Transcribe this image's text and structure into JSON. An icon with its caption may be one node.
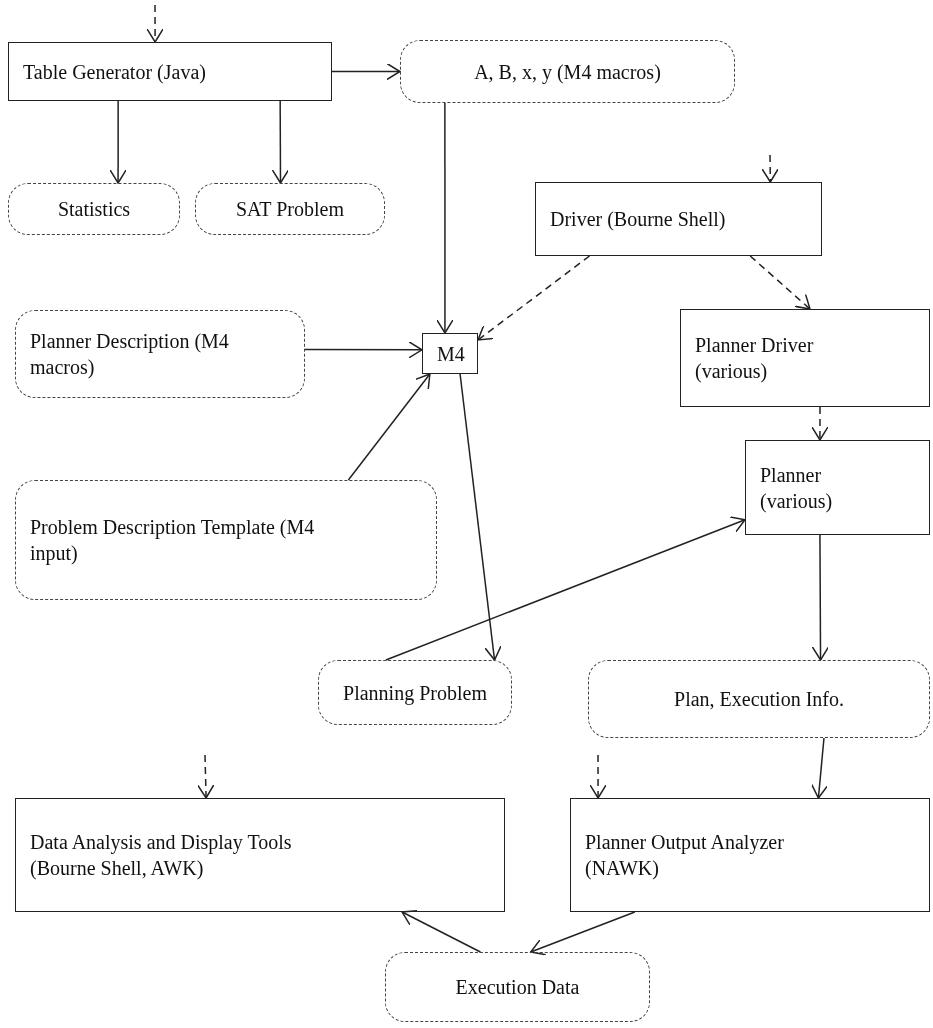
{
  "diagram": {
    "nodes": [
      {
        "text": [
          "Table Generator (Java)"
        ]
      },
      {
        "text": [
          "A, B, x, y (M4 macros)"
        ]
      },
      {
        "text": [
          "Statistics"
        ]
      },
      {
        "text": [
          "SAT Problem"
        ]
      },
      {
        "text": [
          "Driver (Bourne Shell)"
        ]
      },
      {
        "text": [
          "Planner Description (M4 macros)"
        ]
      },
      {
        "text": [
          "M4"
        ]
      },
      {
        "text": [
          "Planner Driver (various)"
        ]
      },
      {
        "text": [
          "Problem Description Template (M4 input)"
        ]
      },
      {
        "text": [
          "Planner (various)"
        ]
      },
      {
        "text": [
          "Planning Problem"
        ]
      },
      {
        "text": [
          "Plan, Execution Info."
        ]
      },
      {
        "text": [
          "Data Analysis and Display Tools (Bourne Shell, AWK)"
        ]
      },
      {
        "text": [
          "Planner Output Analyzer (NAWK)"
        ]
      },
      {
        "text": [
          "Execution Data"
        ]
      }
    ],
    "edges": [
      {
        "from": null,
        "to": 0,
        "arrow": "to",
        "style": "dashed"
      },
      {
        "from": 0,
        "to": 1,
        "arrow": "to"
      },
      {
        "from": 0,
        "to": 2,
        "arrow": "to"
      },
      {
        "from": 0,
        "to": 3,
        "arrow": "to"
      },
      {
        "from": 1,
        "to": 6,
        "arrow": "to"
      },
      {
        "from": null,
        "to": 4,
        "arrow": "to",
        "style": "dashed"
      },
      {
        "from": 4,
        "to": 6,
        "arrow": "to",
        "style": "dashed"
      },
      {
        "from": 4,
        "to": 7,
        "arrow": "to",
        "style": "dashed"
      },
      {
        "from": 5,
        "to": 6,
        "arrow": "to"
      },
      {
        "from": 8,
        "to": 6,
        "arrow": "to"
      },
      {
        "from": 7,
        "to": 9,
        "arrow": "to",
        "style": "dashed"
      },
      {
        "from": 6,
        "to": 10,
        "arrow": "to"
      },
      {
        "from": 10,
        "to": 9,
        "arrow": "to"
      },
      {
        "from": 9,
        "to": 11,
        "arrow": "to"
      },
      {
        "from": 11,
        "to": 13,
        "arrow": "to"
      },
      {
        "from": null,
        "to": 12,
        "arrow": "to",
        "style": "dashed"
      },
      {
        "from": null,
        "to": 13,
        "arrow": "to",
        "style": "dashed"
      },
      {
        "from": 13,
        "to": 14,
        "arrow": "to"
      },
      {
        "from": 14,
        "to": 12,
        "arrow": "to"
      }
    ]
  }
}
